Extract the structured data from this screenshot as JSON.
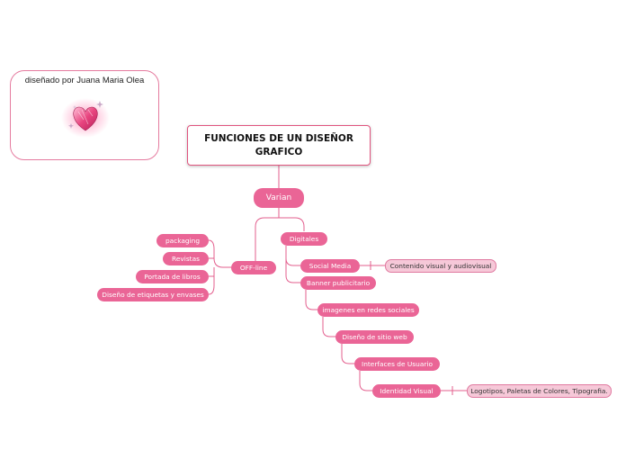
{
  "credit": {
    "text": "diseñado por Juana Maria Olea",
    "image": "heart-sticker"
  },
  "central": {
    "title": "FUNCIONES DE UN DISEÑOR GRAFICO"
  },
  "main": {
    "label": "Varian"
  },
  "offline": {
    "label": "OFF-line",
    "children": [
      "packaging",
      "Revistas",
      "Portada de libros",
      "Diseño de etiquetas y envases"
    ]
  },
  "digital": {
    "label": "Digitales",
    "social_media": "Social Media",
    "social_note": "Contenido visual y audiovisual",
    "banner": "Banner publicitario",
    "redes": "imagenes en redes sociales",
    "sitio": "Diseño de sitio web",
    "interfaces": "Interfaces de Usuario",
    "identidad": "Identidad Visual",
    "identidad_note": "Logotipos, Paletas de Colores, Tipografia."
  },
  "colors": {
    "accent": "#ea6596",
    "pale": "#f6c8d8",
    "line": "#e35f8e",
    "border": "#e0557f"
  }
}
